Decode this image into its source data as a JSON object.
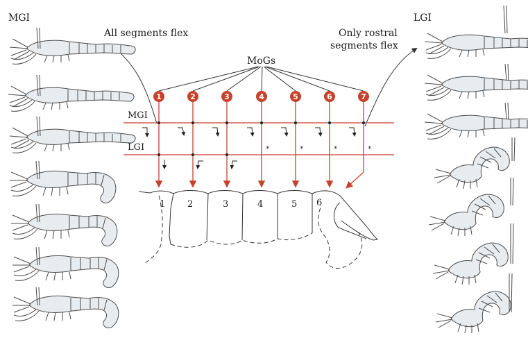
{
  "labels": {
    "left_panel": "MGI",
    "right_panel": "LGI",
    "left_caption": "All segments flex",
    "right_caption_line1": "Only rostral",
    "right_caption_line2": "segments flex",
    "mogs": "MoGs",
    "mgi_axon": "MGI",
    "lgi_axon": "LGI"
  },
  "mogs": [
    "1",
    "2",
    "3",
    "4",
    "5",
    "6",
    "7"
  ],
  "segments": [
    "1",
    "2",
    "3",
    "4",
    "5",
    "6"
  ],
  "colors": {
    "accent": "#c8412b",
    "ink": "#222222",
    "crayfish_fill": "#e9ecef"
  }
}
